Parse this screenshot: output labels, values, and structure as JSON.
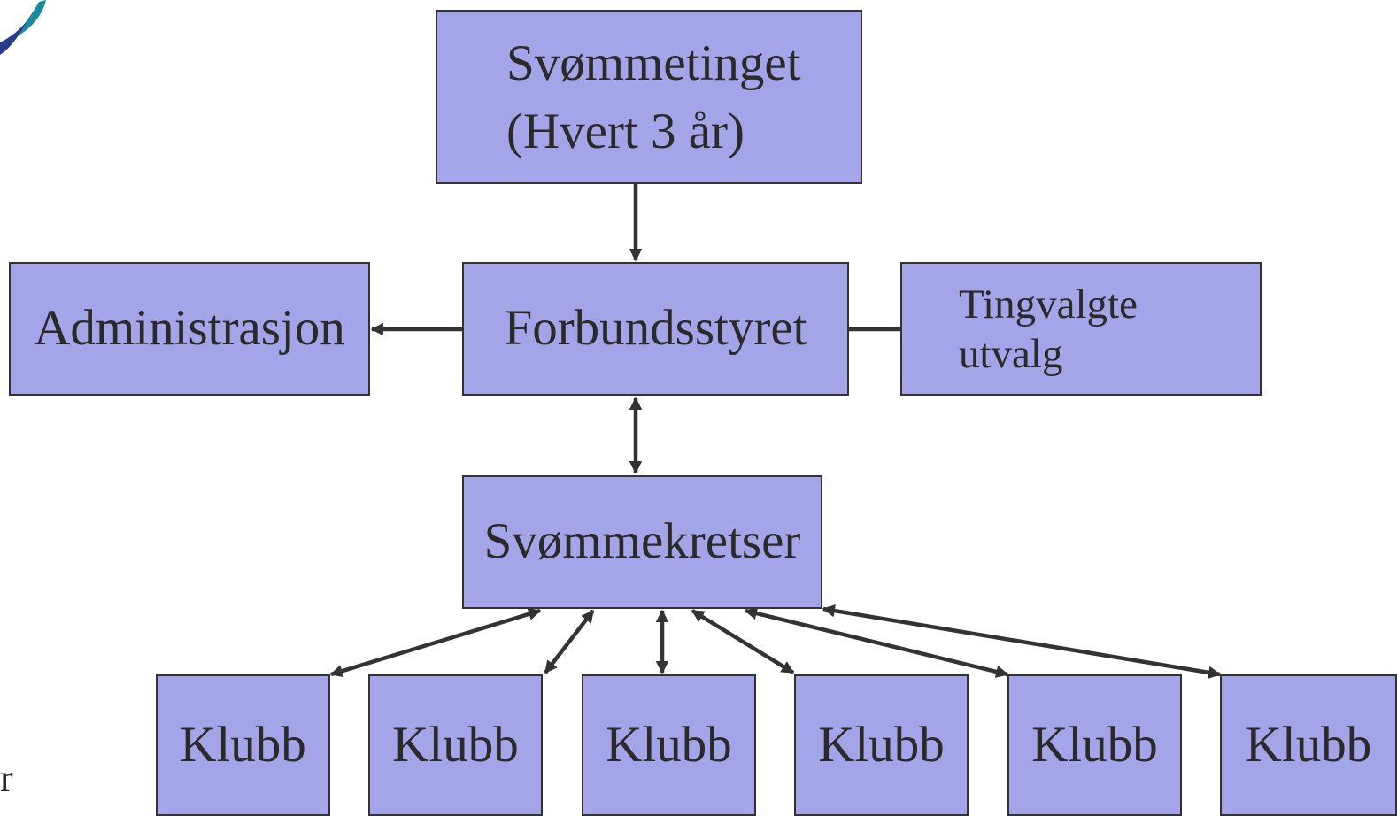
{
  "colors": {
    "box_fill": "#a4a5e8",
    "box_border": "#333333",
    "arrow": "#333333",
    "text": "#2a2a2a",
    "logo_dark": "#2a3a8c",
    "logo_teal": "#1a8aa0"
  },
  "icons": {
    "logo": "swimmer-logo-icon"
  },
  "nodes": {
    "top": {
      "line1": "Svømmetinget",
      "line2": "(Hvert 3 år)"
    },
    "admin": {
      "label": "Administrasjon"
    },
    "board": {
      "label": "Forbundsstyret"
    },
    "committees": {
      "line1": "Tingvalgte",
      "line2": "utvalg"
    },
    "districts": {
      "label": "Svømmekretser"
    },
    "clubs": [
      "Klubb",
      "Klubb",
      "Klubb",
      "Klubb",
      "Klubb",
      "Klubb"
    ]
  },
  "edge_text": "r"
}
